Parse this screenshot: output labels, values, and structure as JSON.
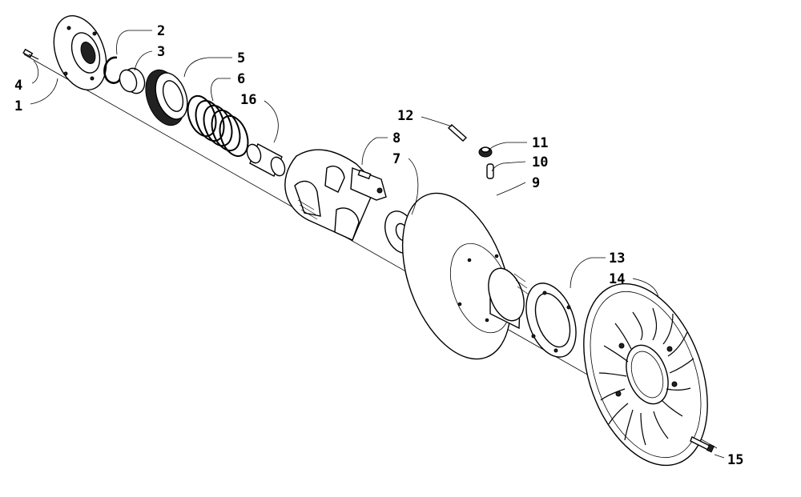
{
  "diagram": {
    "callouts": [
      {
        "id": "label-1",
        "text": "1"
      },
      {
        "id": "label-2",
        "text": "2"
      },
      {
        "id": "label-3",
        "text": "3"
      },
      {
        "id": "label-4",
        "text": "4"
      },
      {
        "id": "label-5",
        "text": "5"
      },
      {
        "id": "label-6",
        "text": "6"
      },
      {
        "id": "label-7",
        "text": "7"
      },
      {
        "id": "label-8",
        "text": "8"
      },
      {
        "id": "label-9",
        "text": "9"
      },
      {
        "id": "label-10",
        "text": "10"
      },
      {
        "id": "label-11",
        "text": "11"
      },
      {
        "id": "label-12",
        "text": "12"
      },
      {
        "id": "label-13",
        "text": "13"
      },
      {
        "id": "label-14",
        "text": "14"
      },
      {
        "id": "label-15",
        "text": "15"
      },
      {
        "id": "label-16",
        "text": "16"
      }
    ]
  }
}
